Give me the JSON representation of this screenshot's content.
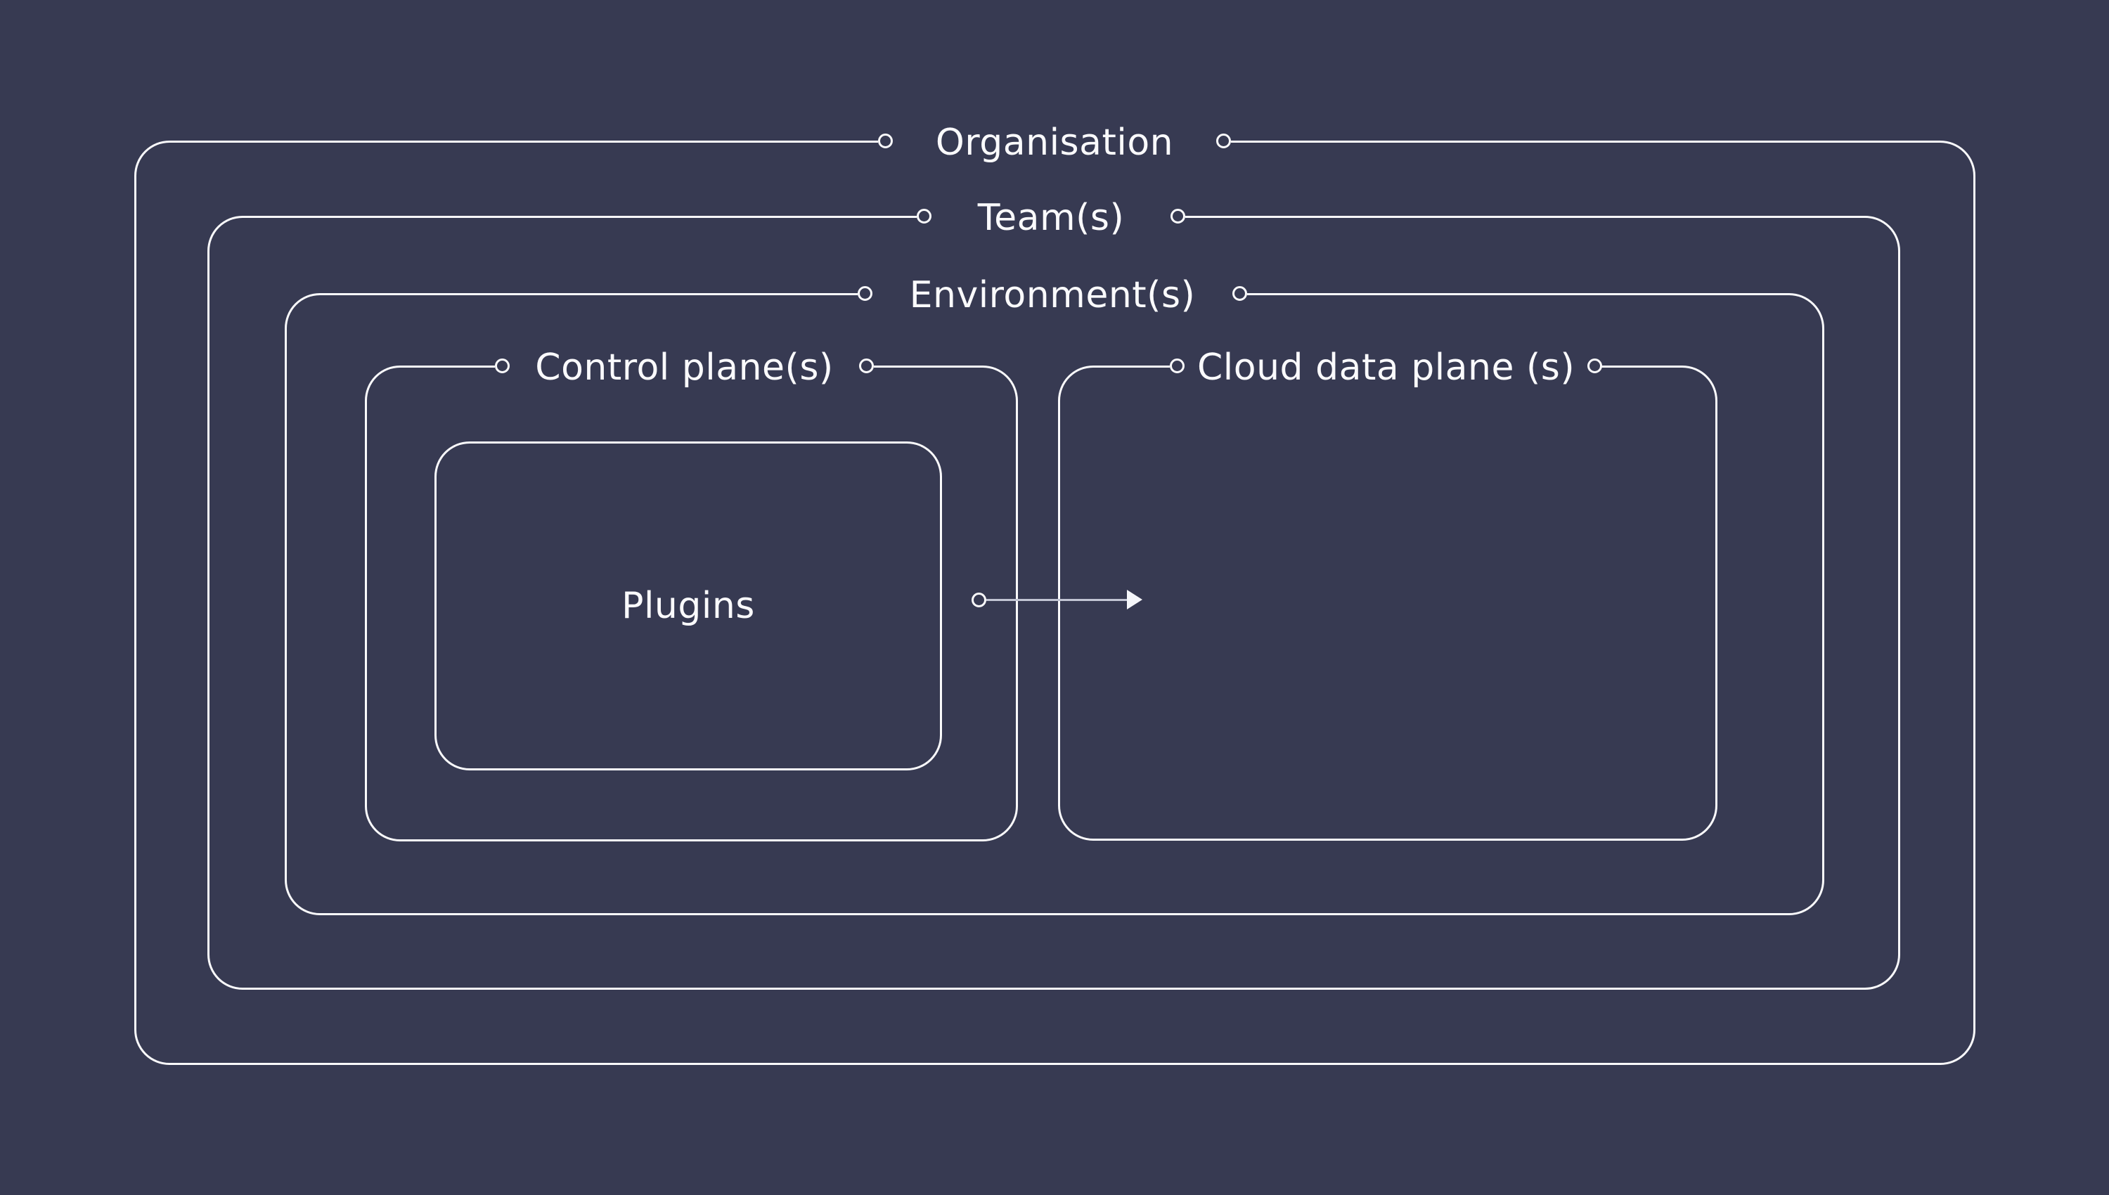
{
  "boxes": {
    "organisation": {
      "label": "Organisation"
    },
    "teams": {
      "label": "Team(s)"
    },
    "environments": {
      "label": "Environment(s)"
    },
    "control_plane": {
      "label": "Control plane(s)"
    },
    "cloud_data_plane": {
      "label": "Cloud data plane (s)"
    },
    "plugins": {
      "label": "Plugins"
    }
  },
  "icons": {
    "gap_dot": "open-circle",
    "arrowhead": "filled-triangle-right"
  },
  "colors": {
    "background": "#373A52",
    "line": "#FAFAFC",
    "text": "#FAFAFC",
    "arrow_line": "#C2C5D4"
  }
}
